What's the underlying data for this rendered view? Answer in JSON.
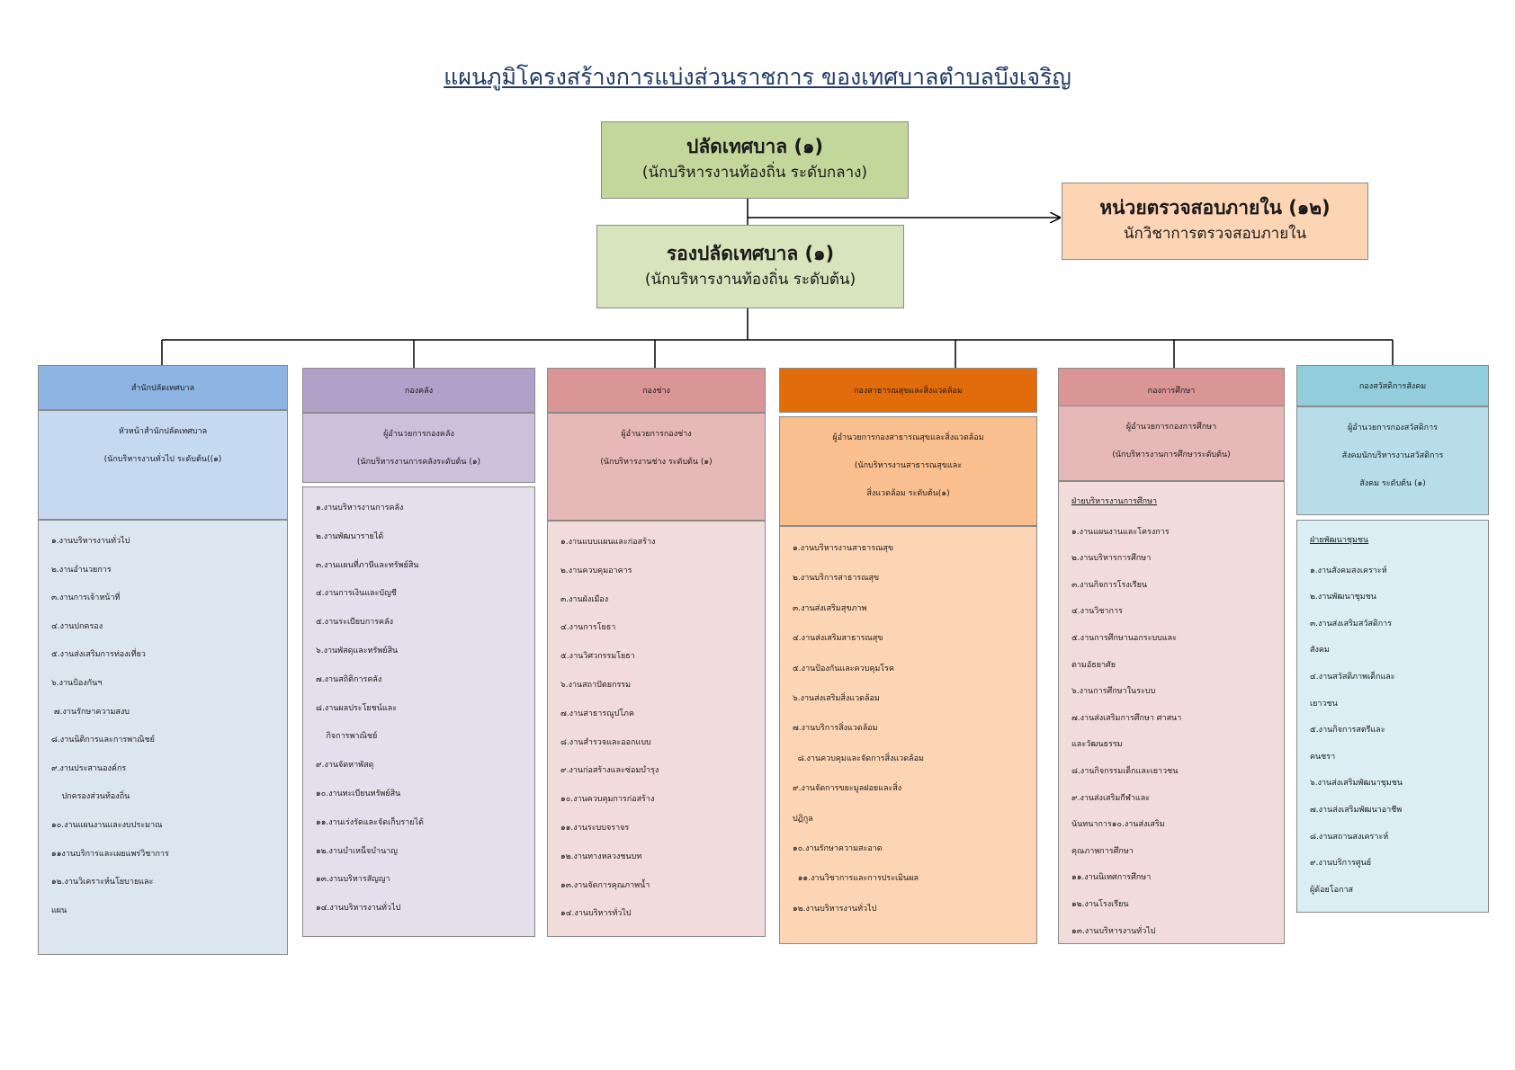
{
  "title": "แผนภูมิโครงสร้างการแบ่งส่วนราชการ ของเทศบาลตำบลบึงเจริญ",
  "top": {
    "title": "ปลัดเทศบาล (๑)",
    "subtitle": "(นักบริหารงานท้องถิ่น ระดับกลาง)",
    "color": "#c4d79b"
  },
  "deputy": {
    "title": "รองปลัดเทศบาล (๑)",
    "subtitle": "(นักบริหารงานท้องถิ่น ระดับต้น)",
    "color": "#d8e4bc"
  },
  "audit": {
    "title": "หน่วยตรวจสอบภายใน (๑๒)",
    "subtitle": "นักวิชาการตรวจสอบภายใน",
    "color": "#fcd5b4"
  },
  "departments": [
    {
      "name": "สำนักปลัดเทศบาล",
      "manager": [
        "หัวหน้าสำนักปลัดเทศบาล",
        "(นักบริหารงานทั่วไป ระดับต้น((๑)"
      ],
      "section": "",
      "items": [
        "๑.งานบริหารงานทั่วไป",
        "๒.งานอำนวยการ",
        "๓.งานการเจ้าหน้าที่",
        "๔.งานปกครอง",
        "๕.งานส่งเสริมการท่องเที่ยว",
        "๖.งานป้องกันฯ",
        " ๗.งานรักษาความสงบ",
        "๘.งานนิติการและการพาณิชย์",
        "๙.งานประสานองค์กร",
        "    ปกครองส่วนท้องถิ่น",
        "๑๐.งานแผนงานและงบประมาณ",
        "๑๑งานบริการและเผยแพร่วิชาการ",
        "๑๒.งานวิเคราะห์นโยบายและ",
        "แผน"
      ],
      "colors": {
        "header": "#8db4e2",
        "manager": "#c5d9f1",
        "list": "#dce6f1"
      }
    },
    {
      "name": "กองคลัง",
      "manager": [
        "ผู้อำนวยการกองคลัง",
        "(นักบริหารงานการคลังระดับต้น (๑)"
      ],
      "section": "",
      "items": [
        "๑.งานบริหารงานการคลัง",
        "๒.งานพัฒนารายได้",
        "๓.งานแผนที่ภาษีและทรัพย์สิน",
        "๔.งานการเงินและบัญชี",
        "๕.งานระเบียบการคลัง",
        "๖.งานพัสดุและทรัพย์สิน",
        "๗.งานสถิติการคลัง",
        "๘.งานผลประโยชน์และ",
        "    กิจการพาณิชย์",
        "๙.งานจัดหาพัสดุ",
        "๑๐.งานทะเบียนทรัพย์สิน",
        "๑๑.งานเร่งรัดและจัดเก็บรายได้",
        "๑๒.งานบำเหน็จบำนาญ",
        "๑๓.งานบริหารสัญญา",
        "๑๔.งานบริหารงานทั่วไป"
      ],
      "colors": {
        "header": "#b1a0c7",
        "manager": "#ccc0da",
        "list": "#e4dfec"
      }
    },
    {
      "name": "กองช่าง",
      "manager": [
        "ผู้อำนวยการกองช่าง",
        "(นักบริหารงานช่าง ระดับต้น (๑)"
      ],
      "section": "",
      "items": [
        "๑.งานแบบแผนและก่อสร้าง",
        "๒.งานควบคุมอาคาร",
        "๓.งานผังเมือง",
        "๔.งานการโยธา",
        "๕.งานวิศวกรรมโยธา",
        "๖.งานสถาปัตยกรรม",
        "๗.งานสาธารณูปโภค",
        "๘.งานสำรวจและออกแบบ",
        "๙.งานก่อสร้างและซ่อมบำรุง",
        "๑๐.งานควบคุมการก่อสร้าง",
        "๑๑.งานระบบจราจร",
        "๑๒.งานทางหลวงชนบท",
        "๑๓.งานจัดการคุณภาพน้ำ",
        "๑๔.งานบริหารทั่วไป"
      ],
      "colors": {
        "header": "#da9694",
        "manager": "#e6b8b7",
        "list": "#f2dcdb"
      }
    },
    {
      "name": "กองสาธารณสุขและสิ่งแวดล้อม",
      "manager": [
        "ผู้อำนวยการกองสาธารณสุขและสิ่งแวดล้อม",
        "(นักบริหารงานสาธารณสุขและ",
        "สิ่งแวดล้อม ระดับต้น(๑)"
      ],
      "section": "",
      "items": [
        "๑.งานบริหารงานสาธารณสุข",
        "๒.งานบริการสาธารณสุข",
        "๓.งานส่งเสริมสุขภาพ",
        "๔.งานส่งเสริมสาธารณสุข",
        "๕.งานป้องกันและควบคุมโรค",
        "๖.งานส่งเสริมสิ่งแวดล้อม",
        "๗.งานบริการสิ่งแวดล้อม",
        "  ๘.งานควบคุมและจัดการสิ่งแวดล้อม",
        "๙.งานจัดการขยะมูลฝอยและสิ่ง",
        "ปฏิกูล",
        "๑๐.งานรักษาความสะอาด",
        "  ๑๑.งานวิชาการและการประเมินผล",
        "๑๒.งานบริหารงานทั่วไป"
      ],
      "colors": {
        "header": "#e26b0a",
        "manager": "#fabf8f",
        "list": "#fcd5b4"
      }
    },
    {
      "name": "กองการศึกษา",
      "manager": [
        "ผู้อำนวยการกองการศึกษา",
        "(นักบริหารงานการศึกษาระดับต้น)"
      ],
      "section": "ฝ่ายบริหารงานการศึกษา",
      "items": [
        "๑.งานแผนงานและโครงการ",
        "๒.งานบริหารการศึกษา",
        "๓.งานกิจการโรงเรียน",
        "๔.งานวิชาการ",
        "๕.งานการศึกษานอกระบบและ",
        "ตามอัธยาศัย",
        "๖.งานการศึกษาในระบบ",
        "๗.งานส่งเสริมการศึกษา ศาสนา",
        "และวัฒนธรรม",
        "๘.งานกิจกรรมเด็กและเยาวชน",
        "๙.งานส่งเสริมกีฬาและ",
        "นันทนาการ๑๐.งานส่งเสริม",
        "คุณภาพการศึกษา",
        "๑๑.งานนิเทศการศึกษา",
        "๑๒.งานโรงเรียน",
        "๑๓.งานบริหารงานทั่วไป"
      ],
      "colors": {
        "header": "#da9694",
        "manager": "#e6b8b7",
        "list": "#f2dcdb"
      }
    },
    {
      "name": "กองสวัสดิการสังคม",
      "manager": [
        "ผู้อำนวยการกองสวัสดิการ",
        "สังคมนักบริหารงานสวัสดิการ",
        "สังคม ระดับต้น (๑)"
      ],
      "section": "ฝ่ายพัฒนาชุมชน",
      "items": [
        "๑.งานสังคมสงเคราะห์",
        "๒.งานพัฒนาชุมชน",
        "๓.งานส่งเสริมสวัสดิการ",
        "สังคม",
        "๔.งานสวัสดิภาพเด็กและ",
        "เยาวชน",
        "๕.งานกิจการสตรีและ",
        "คนชรา",
        "๖.งานส่งเสริมพัฒนาชุมชน",
        "๗.งานส่งเสริมพัฒนาอาชีพ",
        "๘.งานสถานสงเคราะห์",
        "๙.งานบริการศูนย์",
        "ผู้ด้อยโอกาส"
      ],
      "colors": {
        "header": "#92cddc",
        "manager": "#b7dee8",
        "list": "#daeef3"
      }
    }
  ]
}
